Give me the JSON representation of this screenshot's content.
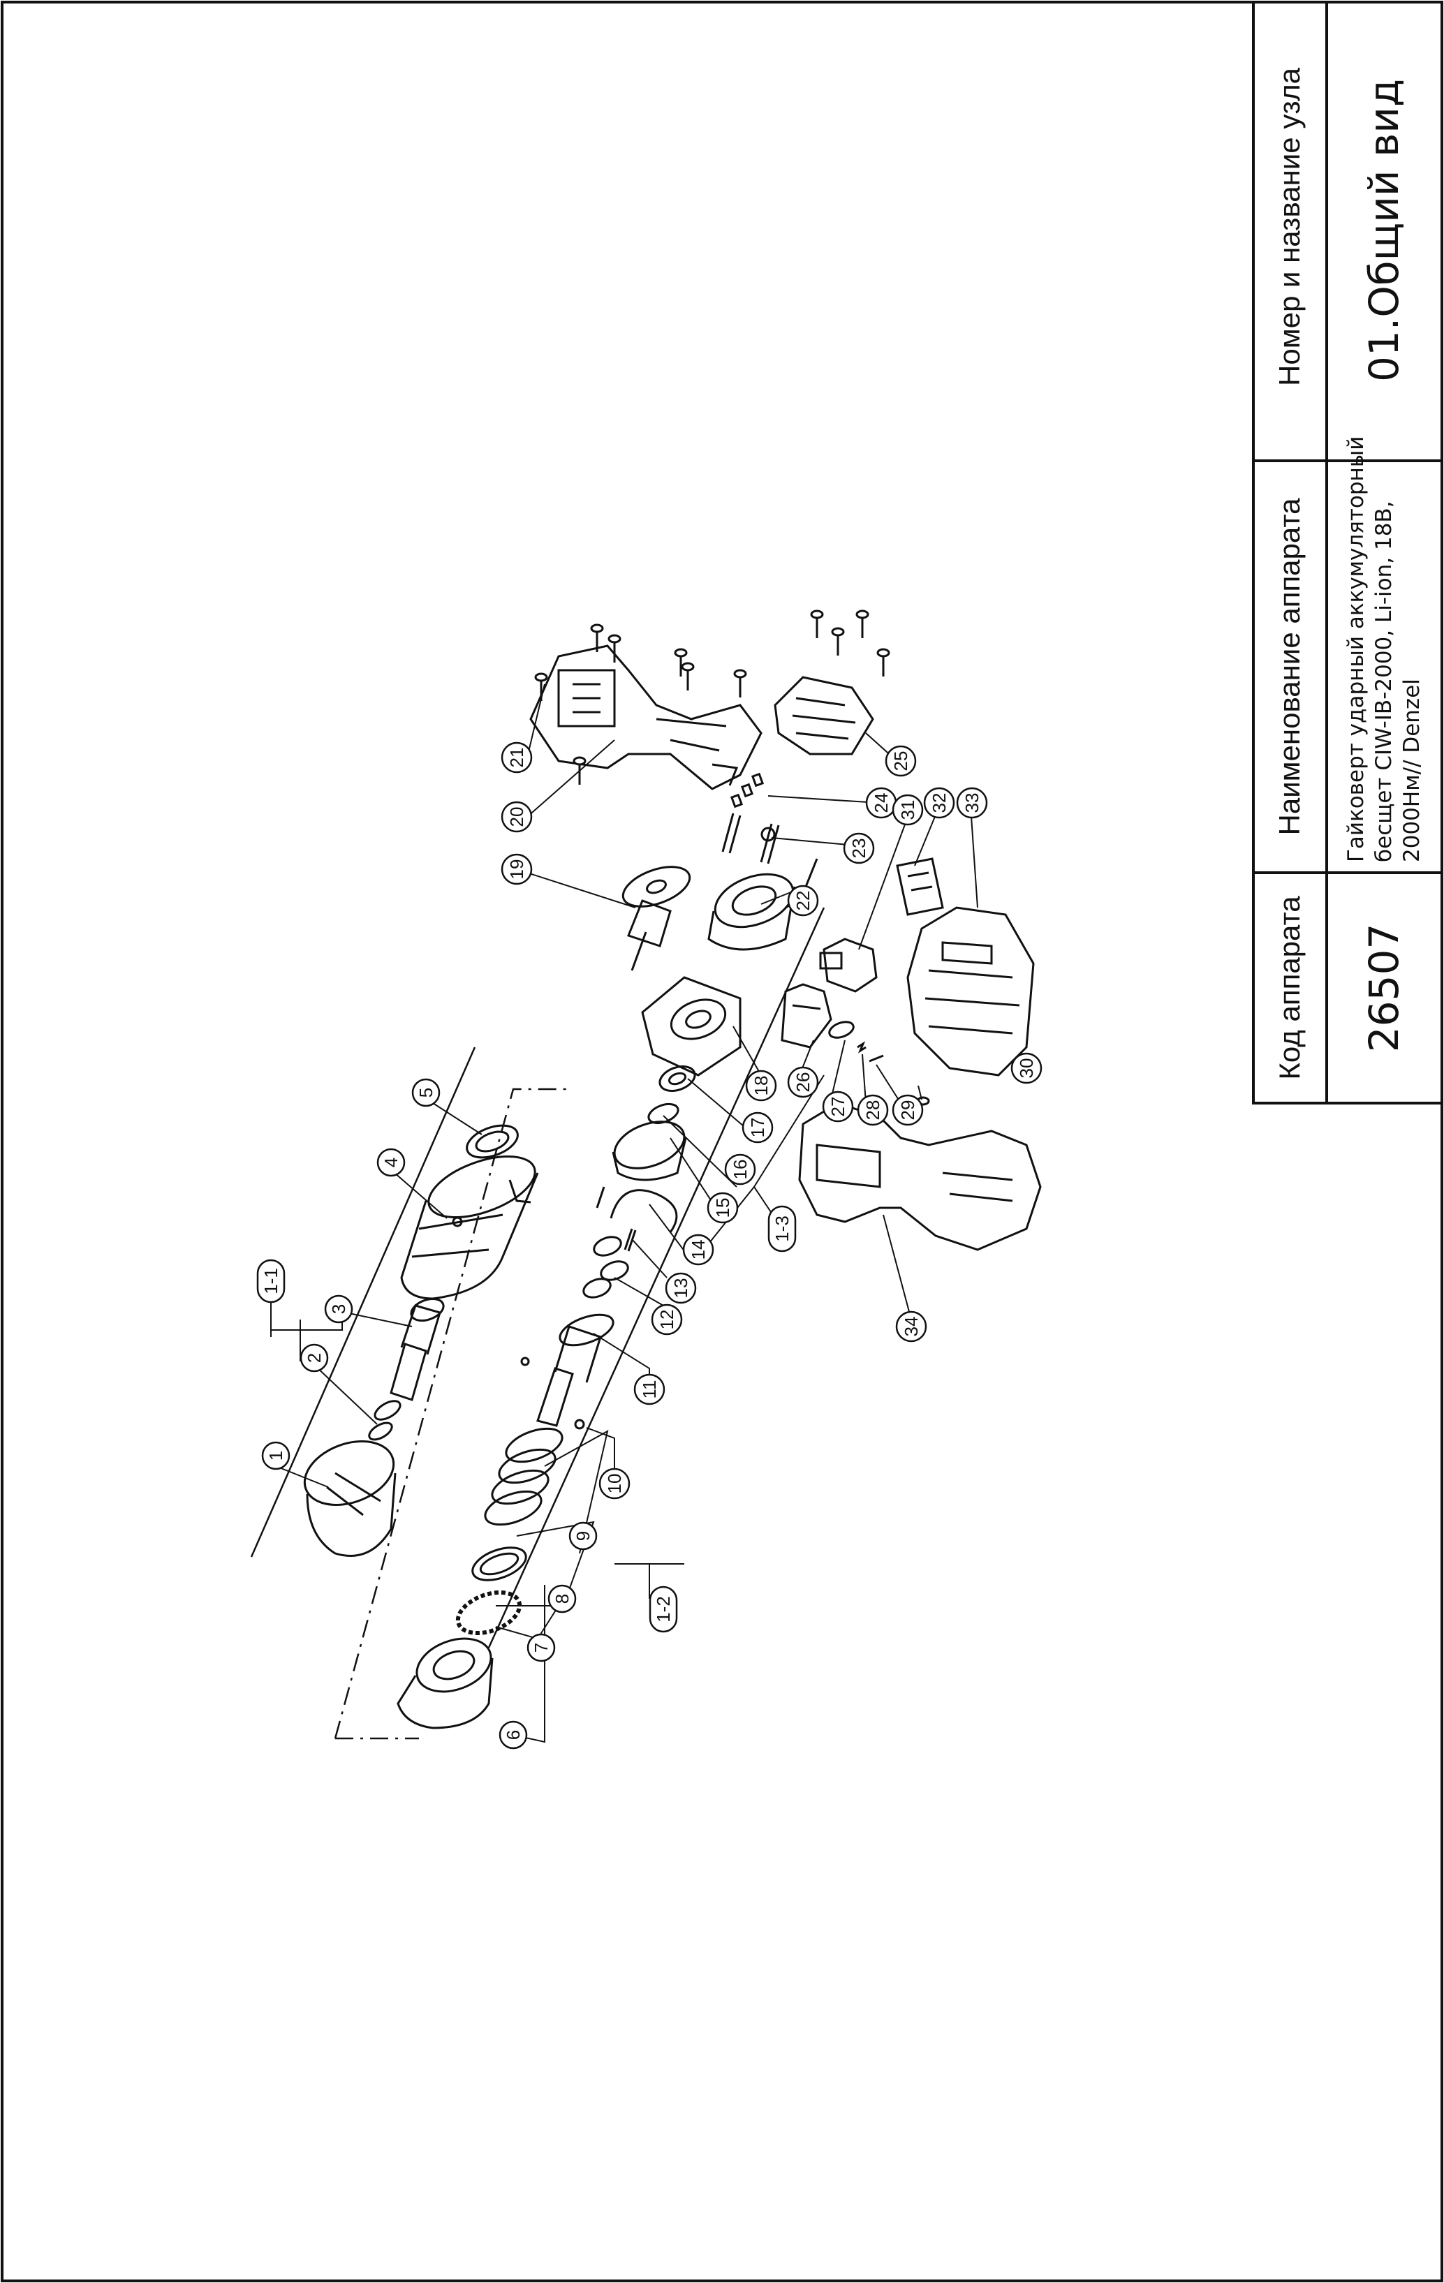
{
  "title_block": {
    "code_header": "Код аппарата",
    "code_value": "26507",
    "device_header": "Наименование аппарата",
    "device_lines": [
      "Гайковерт ударный аккумуляторный",
      "бесщет CIW-IB-2000, Li-ion, 18В,",
      "2000Нм// Denzel"
    ],
    "unit_header": "Номер и название узла",
    "unit_value": "01.Общий вид"
  },
  "callouts": [
    "1",
    "1-1",
    "2",
    "3",
    "4",
    "5",
    "6",
    "7",
    "8",
    "9",
    "10",
    "11",
    "1-2",
    "12",
    "13",
    "14",
    "15",
    "16",
    "17",
    "18",
    "1-3",
    "19",
    "20",
    "21",
    "22",
    "23",
    "24",
    "25",
    "26",
    "27",
    "28",
    "29",
    "30",
    "31",
    "32",
    "33",
    "34"
  ],
  "colors": {
    "line": "#111111",
    "paper": "#ffffff"
  }
}
